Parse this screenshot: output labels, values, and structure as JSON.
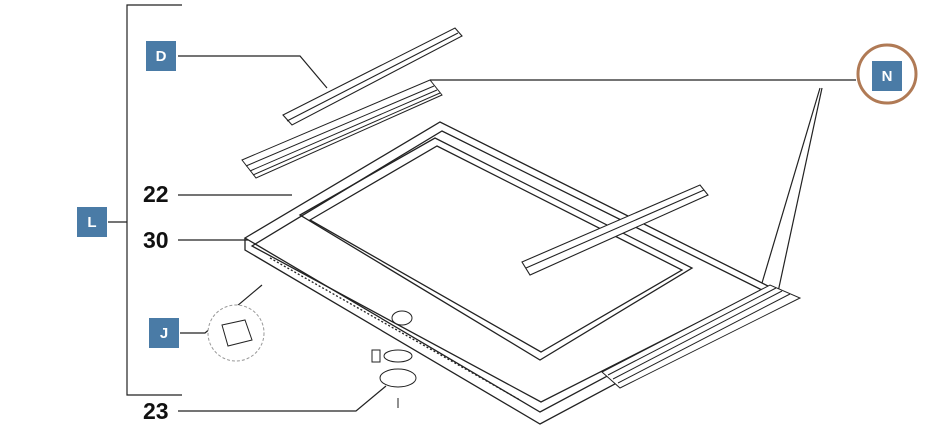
{
  "callouts": {
    "D": "D",
    "N": "N",
    "L": "L",
    "J": "J",
    "n22": "22",
    "n30": "30",
    "n23": "23"
  },
  "colors": {
    "label_bg": "#4a7ba6",
    "highlight_circle": "#b07a55",
    "line": "#222222"
  }
}
